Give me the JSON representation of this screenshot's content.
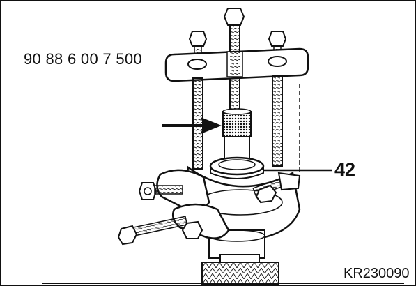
{
  "labels": {
    "tool_number": "90 88 6 00 7 500",
    "callout_42": "42",
    "figure_code": "KR230090"
  },
  "colors": {
    "ink": "#111111",
    "background": "#ffffff",
    "stipple": "#333333"
  }
}
